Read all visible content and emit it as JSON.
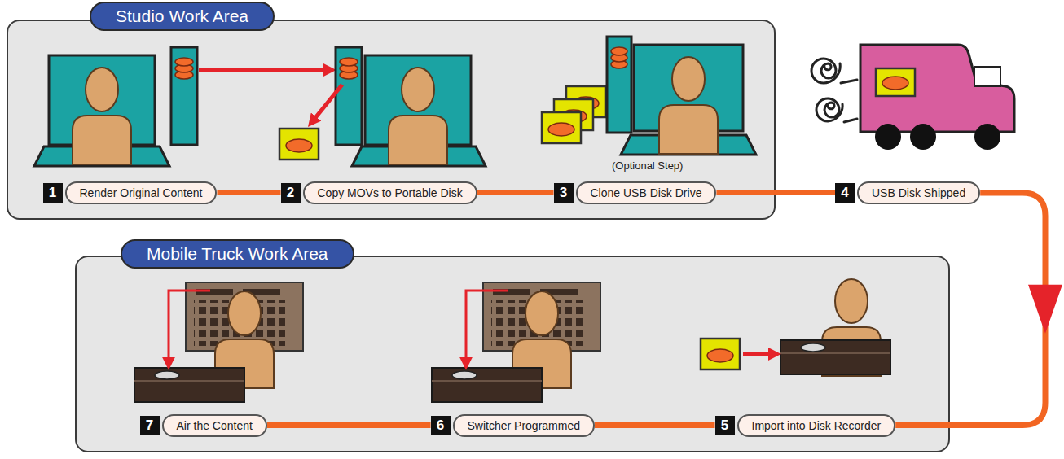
{
  "diagram": {
    "nodes": [
      {
        "text": [
          "Studio Work Area"
        ]
      },
      {
        "text": [
          "1",
          "Render Original Content"
        ],
        "in": 0
      },
      {
        "text": [
          "2",
          "Copy MOVs to Portable Disk"
        ],
        "in": 0
      },
      {
        "text": [
          "3",
          "Clone USB Disk Drive"
        ],
        "in": 0
      },
      {
        "text": [
          "4",
          "USB Disk Shipped"
        ]
      },
      {
        "text": [
          "Mobile Truck Work Area"
        ]
      },
      {
        "text": [
          "7",
          "Air the Content"
        ],
        "in": 5
      },
      {
        "text": [
          "6",
          "Switcher Programmed"
        ],
        "in": 5
      },
      {
        "text": [
          "5",
          "Import into Disk Recorder"
        ],
        "in": 5
      }
    ],
    "edges": [
      {
        "from": 1,
        "to": 2,
        "arrow": "none"
      },
      {
        "from": 2,
        "to": 3,
        "arrow": "none"
      },
      {
        "from": 3,
        "to": 4,
        "arrow": "none"
      },
      {
        "from": 4,
        "to": 8,
        "arrow": "to"
      },
      {
        "from": 8,
        "to": 7,
        "arrow": "none"
      },
      {
        "from": 7,
        "to": 6,
        "arrow": "none"
      }
    ],
    "labels": [
      "(Optional Step)"
    ]
  }
}
